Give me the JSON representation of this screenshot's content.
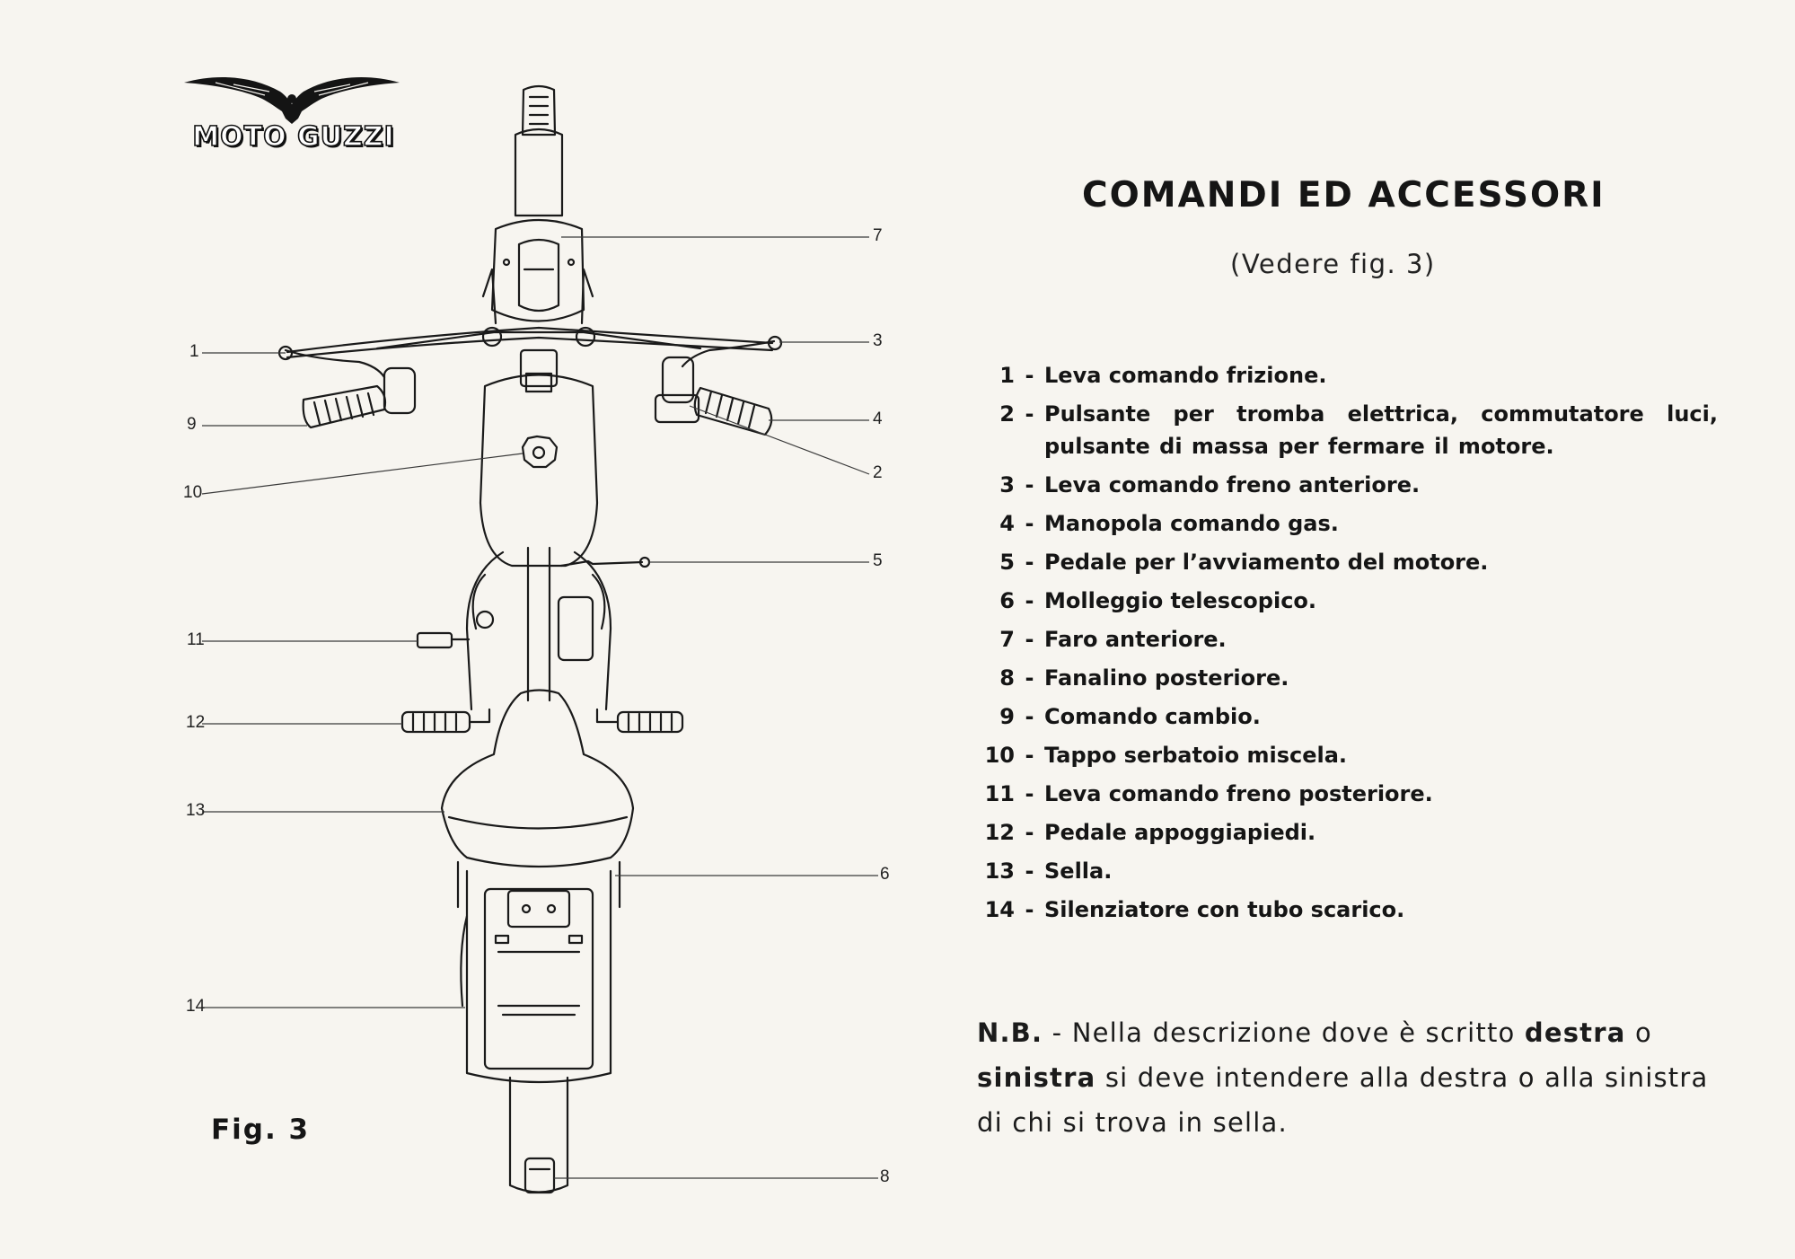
{
  "logo": {
    "text": "MOTO GUZZI"
  },
  "figure": {
    "caption": "Fig. 3",
    "callouts": [
      "1",
      "9",
      "10",
      "11",
      "12",
      "13",
      "14",
      "7",
      "3",
      "4",
      "2",
      "5",
      "6",
      "8"
    ]
  },
  "heading": {
    "title": "COMANDI ED ACCESSORI",
    "subtitle": "(Vedere fig. 3)"
  },
  "legend": [
    {
      "num": "1",
      "desc": "Leva comando frizione."
    },
    {
      "num": "2",
      "desc": "Pulsante per tromba elettrica, commutatore luci, pulsante di massa per fermare il motore."
    },
    {
      "num": "3",
      "desc": "Leva comando freno anteriore."
    },
    {
      "num": "4",
      "desc": "Manopola comando gas."
    },
    {
      "num": "5",
      "desc": "Pedale per l’avviamento del motore."
    },
    {
      "num": "6",
      "desc": "Molleggio telescopico."
    },
    {
      "num": "7",
      "desc": "Faro anteriore."
    },
    {
      "num": "8",
      "desc": "Fanalino posteriore."
    },
    {
      "num": "9",
      "desc": "Comando cambio."
    },
    {
      "num": "10",
      "desc": "Tappo serbatoio miscela."
    },
    {
      "num": "11",
      "desc": "Leva comando freno posteriore."
    },
    {
      "num": "12",
      "desc": "Pedale appoggiapiedi."
    },
    {
      "num": "13",
      "desc": "Sella."
    },
    {
      "num": "14",
      "desc": "Silenziatore con tubo scarico."
    }
  ],
  "legend_separator": "-",
  "note": {
    "label": "N.B.",
    "sep": "-",
    "t1": "Nella descrizione dove è scritto",
    "b1": "destra",
    "t2": "o",
    "b2": "sinistra",
    "t3": "si deve intendere alla destra o alla sinistra di chi si trova in sella."
  }
}
